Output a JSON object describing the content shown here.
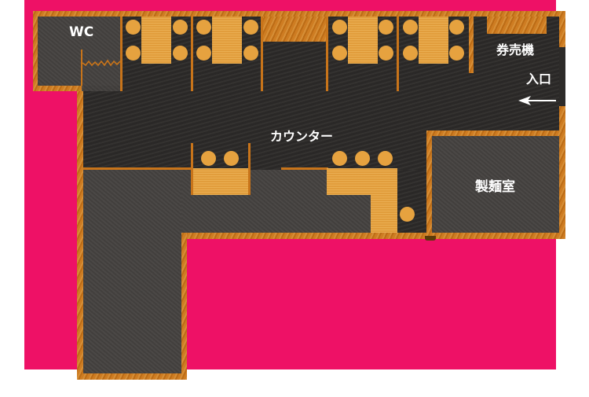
{
  "floorplan": {
    "labels": {
      "wc": "WC",
      "ticket_machine": "券売機",
      "entrance": "入口",
      "counter": "カウンター",
      "noodle_room": "製麺室"
    },
    "icons": {
      "entrance_arrow": "←"
    },
    "colors": {
      "background_accent": "#ee1166",
      "wood_wall": "#c8741a",
      "table_wood": "#e6a23f",
      "floor_dark": "#2d2b29",
      "floor_grey": "#454240",
      "text": "#ffffff"
    },
    "tables": [
      {
        "id": "table-1",
        "seats": 4
      },
      {
        "id": "table-2",
        "seats": 4
      },
      {
        "id": "table-3",
        "seats": 4
      },
      {
        "id": "table-4",
        "seats": 4
      },
      {
        "id": "counter-small",
        "seats": 2
      },
      {
        "id": "counter-main",
        "seats": 4
      }
    ]
  }
}
